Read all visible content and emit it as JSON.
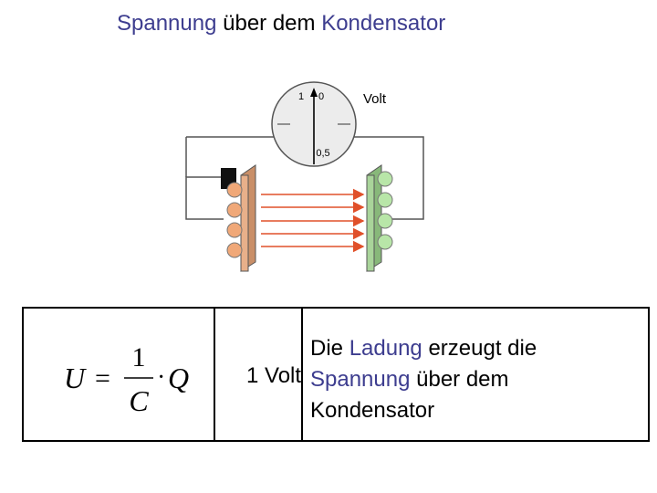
{
  "title": {
    "part1": "Spannung",
    "part2": " über dem ",
    "part3": "Kondensator"
  },
  "meter": {
    "label_1": "1",
    "label_0": "0",
    "label_05": "0,5",
    "unit": "Volt"
  },
  "table": {
    "formula": {
      "lhs": "U",
      "equals": "=",
      "numerator": "1",
      "denominator": "C",
      "dot": "·",
      "rhs": "Q"
    },
    "value": "1 Volt",
    "description": {
      "line1_a": "Die ",
      "line1_b": "Ladung",
      "line1_c": " erzeugt die",
      "line2_a": "Spannung",
      "line2_b": " über dem",
      "line3": "Kondensator"
    }
  },
  "colors": {
    "accent": "#3d3d8f",
    "field_lines": "#e0502a",
    "left_plate": "#e8b08a",
    "right_plate": "#a9d49a",
    "left_charges": "#f0a878",
    "right_charges": "#b8e6a8"
  }
}
